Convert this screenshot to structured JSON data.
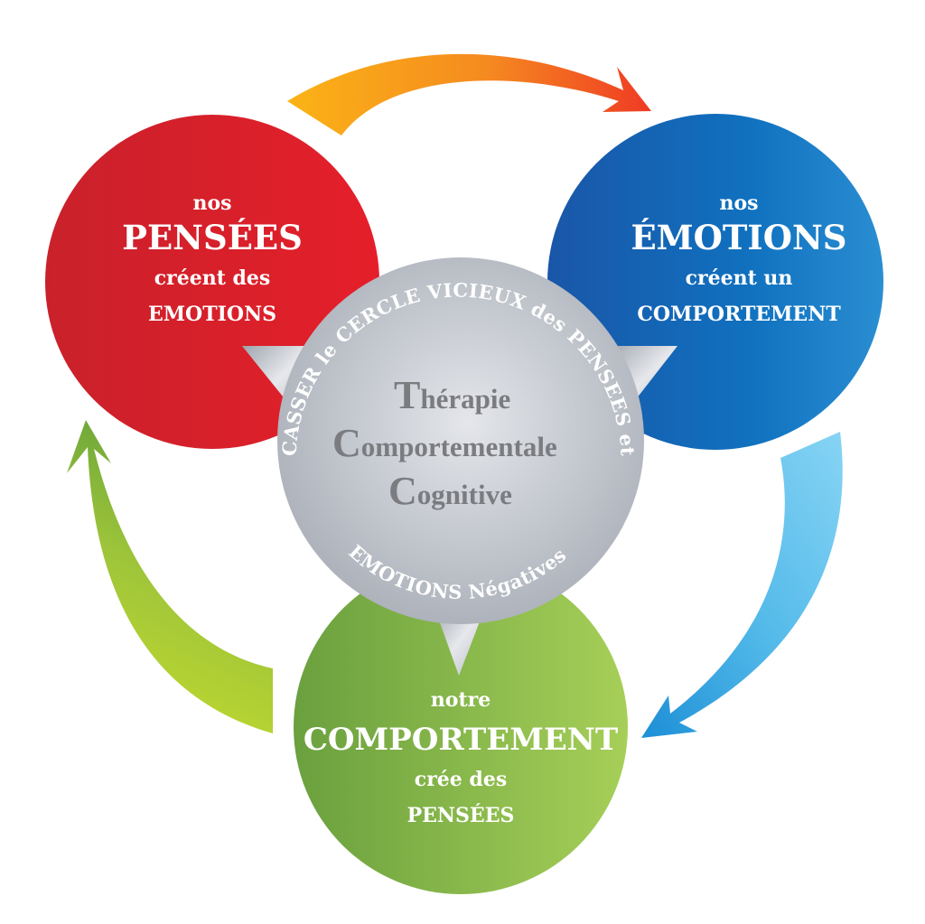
{
  "diagram": {
    "type": "cycle",
    "nodes": [
      {
        "id": "thoughts",
        "color": "#e01f2b",
        "lines": [
          "nos",
          "PENSÉES",
          "créent des",
          "EMOTIONS"
        ]
      },
      {
        "id": "emotions",
        "color": "#1565b5",
        "lines": [
          "nos",
          "ÉMOTIONS",
          "créent un",
          "COMPORTEMENT"
        ]
      },
      {
        "id": "behavior",
        "color": "#7cb342",
        "lines": [
          "notre",
          "COMPORTEMENT",
          "crée des",
          "PENSÉES"
        ]
      }
    ],
    "center": {
      "color": "#b9bec6",
      "title_lines": [
        {
          "cap": "T",
          "rest": "hérapie"
        },
        {
          "cap": "C",
          "rest": "omportementale"
        },
        {
          "cap": "C",
          "rest": "ognitive"
        }
      ],
      "ring_top": "CASSER le CERCLE VICIEUX des PENSEES et",
      "ring_bottom": "EMOTIONS Négatives"
    },
    "arrows": [
      {
        "from": "thoughts",
        "to": "emotions",
        "colors": [
          "#fbb316",
          "#ef3a24"
        ]
      },
      {
        "from": "emotions",
        "to": "behavior",
        "colors": [
          "#7fd0f3",
          "#1d8fd6"
        ]
      },
      {
        "from": "behavior",
        "to": "thoughts",
        "colors": [
          "#c9de2b",
          "#6aa43a"
        ]
      }
    ]
  }
}
